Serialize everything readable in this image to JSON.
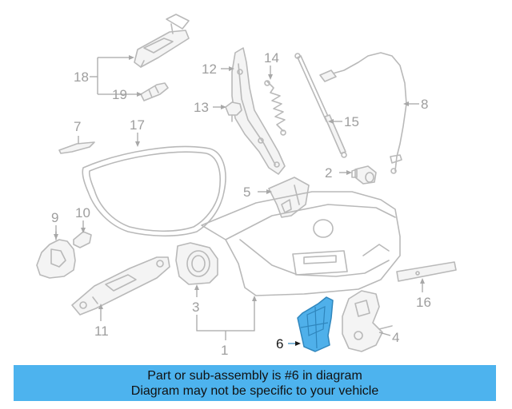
{
  "callouts": {
    "n1": "1",
    "n2": "2",
    "n3": "3",
    "n4": "4",
    "n5": "5",
    "n6": "6",
    "n7": "7",
    "n8": "8",
    "n9": "9",
    "n10": "10",
    "n11": "11",
    "n12": "12",
    "n13": "13",
    "n14": "14",
    "n15": "15",
    "n16": "16",
    "n17": "17",
    "n18": "18",
    "n19": "19"
  },
  "highlight_part": "6",
  "colors": {
    "highlight": "#4fb0ea",
    "banner": "#4db3ee",
    "line_art": "#b9b9b9"
  },
  "banner": {
    "line1": "Part or sub-assembly is #6 in diagram",
    "line2": "Diagram may not be specific to your vehicle"
  }
}
